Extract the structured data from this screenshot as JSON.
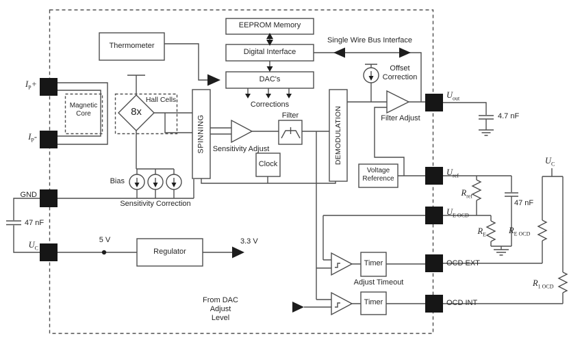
{
  "diagram": {
    "blocks": {
      "thermometer": "Thermometer",
      "eeprom": "EEPROM Memory",
      "digital_interface": "Digital Interface",
      "dacs": "DAC's",
      "magnetic_core": "Magnetic Core",
      "hall_cells": "Hall Cells",
      "hall_gain": "8x",
      "spinning": "SPINNING",
      "demodulation": "DEMODULATION",
      "filter": "Filter",
      "clock": "Clock",
      "regulator": "Regulator",
      "voltage_reference": "Voltage Reference",
      "timer_ext": "Timer",
      "timer_int": "Timer"
    },
    "labels": {
      "single_wire_bus": "Single Wire Bus Interface",
      "offset_correction": "Offset Correction",
      "corrections": "Corrections",
      "sensitivity_adjust": "Sensitivity Adjust",
      "filter_adjust": "Filter Adjust",
      "bias": "Bias",
      "sensitivity_correction": "Sensitivity Correction",
      "adjust_timeout": "Adjust Timeout",
      "from_dac": "From DAC Adjust Level",
      "supply_5v": "5 V",
      "supply_3v3": "3.3 V",
      "cap_supply": "47 nF",
      "cap_output": "4.7 nF",
      "cap_ref": "47 nF"
    },
    "pins": {
      "ip_plus": {
        "sym": "I",
        "sub": "P",
        "suffix": "+"
      },
      "ip_minus": {
        "sym": "I",
        "sub": "P",
        "suffix": "-"
      },
      "gnd": {
        "text": "GND"
      },
      "uc": {
        "sym": "U",
        "sub": "C"
      },
      "uout": {
        "sym": "U",
        "sub": "out"
      },
      "uref": {
        "sym": "U",
        "sub": "ref"
      },
      "ue_ocd": {
        "sym": "U",
        "sub": "E OCD"
      },
      "ocd_ext": {
        "text": "OCD EXT"
      },
      "ocd_int": {
        "text": "OCD INT"
      }
    },
    "external": {
      "uc": {
        "sym": "U",
        "sub": "C"
      },
      "r_ref": {
        "sym": "R",
        "sub": "ref"
      },
      "r_e": {
        "sym": "R",
        "sub": "E"
      },
      "r_e_ocd": {
        "sym": "R",
        "sub": "E OCD"
      },
      "r_1_ocd": {
        "sym": "R",
        "sub": "1 OCD"
      }
    },
    "colors": {
      "wire": "#4d4d4d",
      "pad": "#161616",
      "text": "#242424",
      "background": "#ffffff"
    }
  }
}
